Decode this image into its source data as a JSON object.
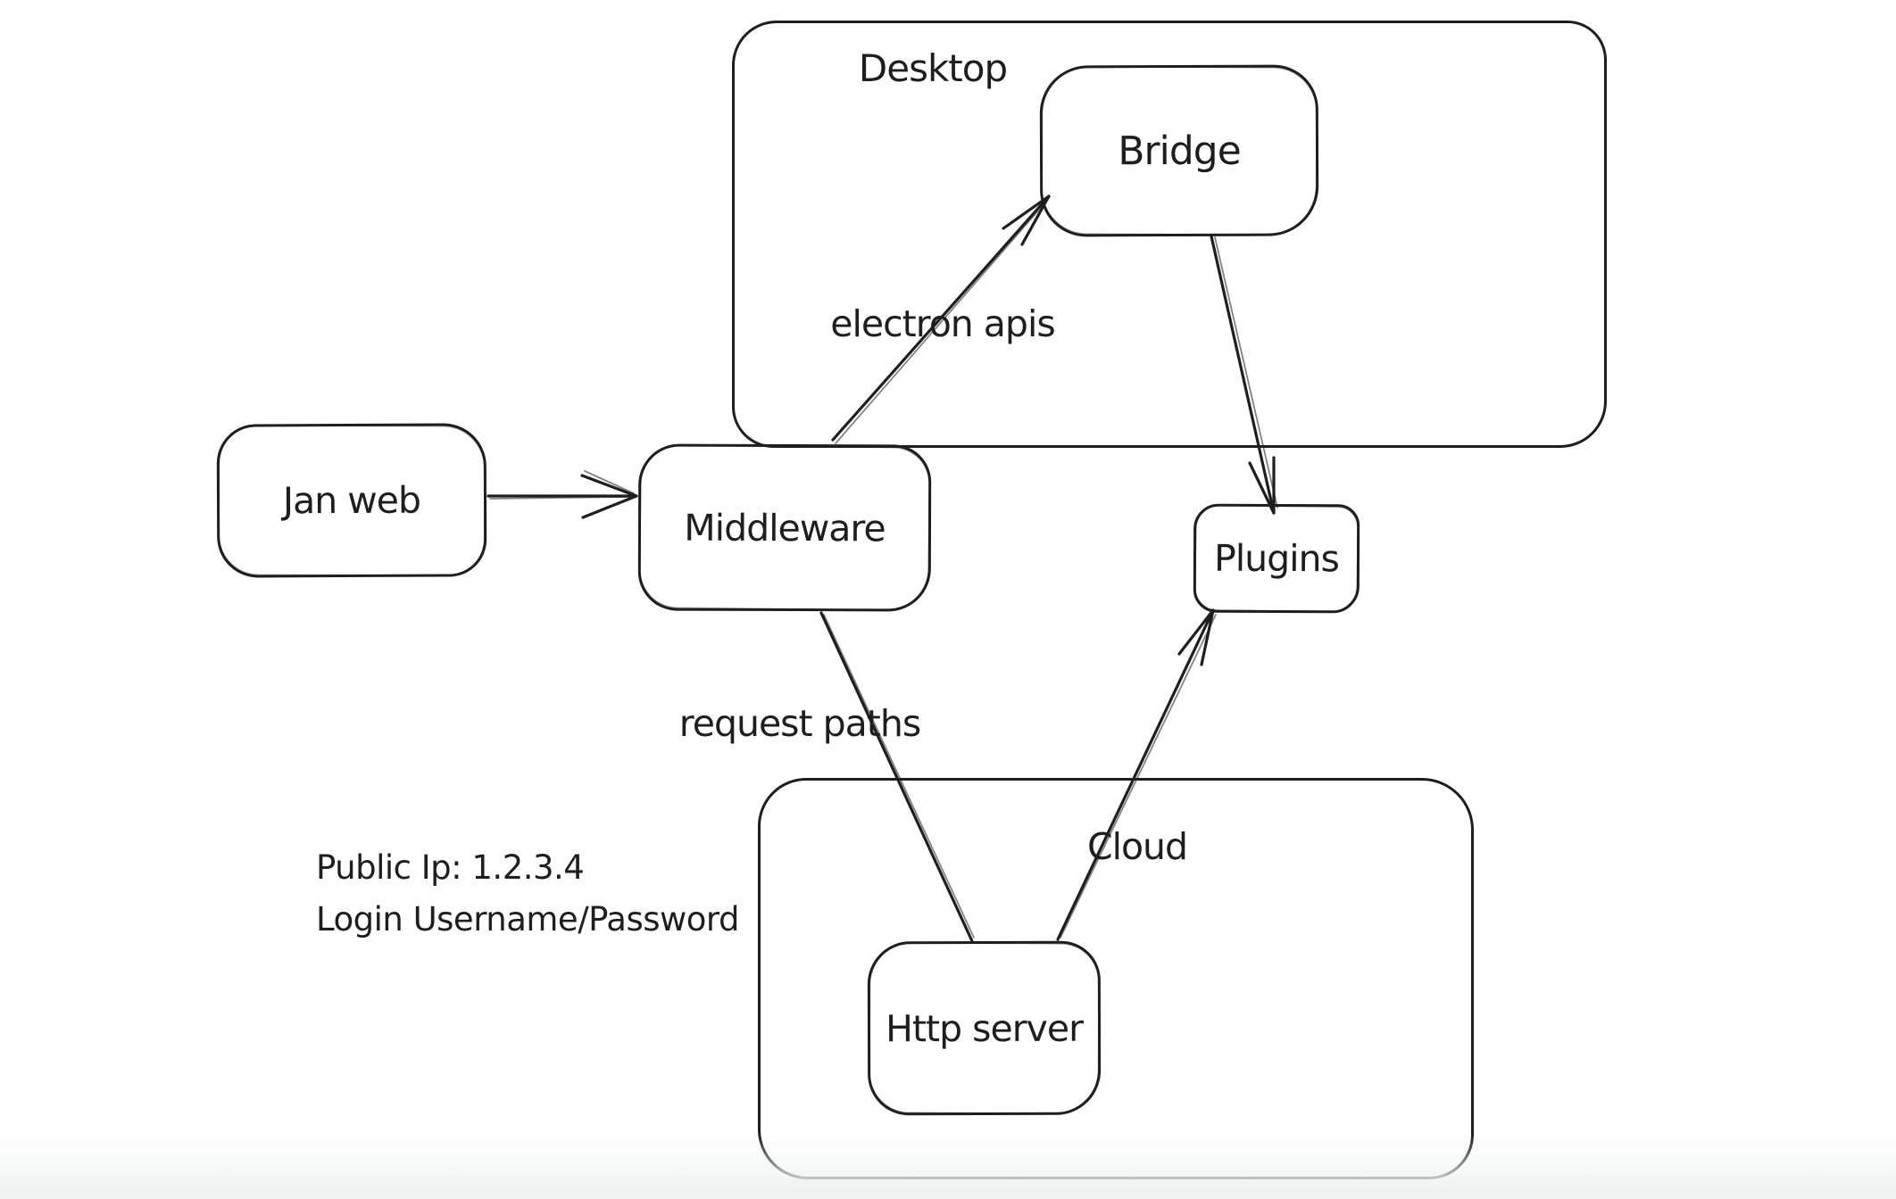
{
  "canvas": {
    "background": "#ffffff",
    "stroke_color": "#1e1e1e",
    "bottom_fade_color": "#f1f2f2"
  },
  "containers": [
    {
      "id": "desktop",
      "label": "Desktop"
    },
    {
      "id": "cloud",
      "label": "Cloud"
    }
  ],
  "nodes": [
    {
      "id": "jan-web",
      "label": "Jan web"
    },
    {
      "id": "middleware",
      "label": "Middleware"
    },
    {
      "id": "bridge",
      "label": "Bridge"
    },
    {
      "id": "plugins",
      "label": "Plugins"
    },
    {
      "id": "http-server",
      "label": "Http server"
    }
  ],
  "edges": [
    {
      "id": "jan-web-to-middleware",
      "from": "Jan web",
      "to": "Middleware",
      "label": ""
    },
    {
      "id": "middleware-to-bridge",
      "from": "Middleware",
      "to": "Bridge",
      "label": "electron apis"
    },
    {
      "id": "bridge-to-plugins",
      "from": "Bridge",
      "to": "Plugins",
      "label": ""
    },
    {
      "id": "middleware-to-http-server",
      "from": "Middleware",
      "to": "Http server",
      "label": "request paths"
    },
    {
      "id": "http-server-to-plugins",
      "from": "Http server",
      "to": "Plugins",
      "label": ""
    }
  ],
  "annotation": {
    "line1": "Public Ip: 1.2.3.4",
    "line2": "Login Username/Password"
  }
}
